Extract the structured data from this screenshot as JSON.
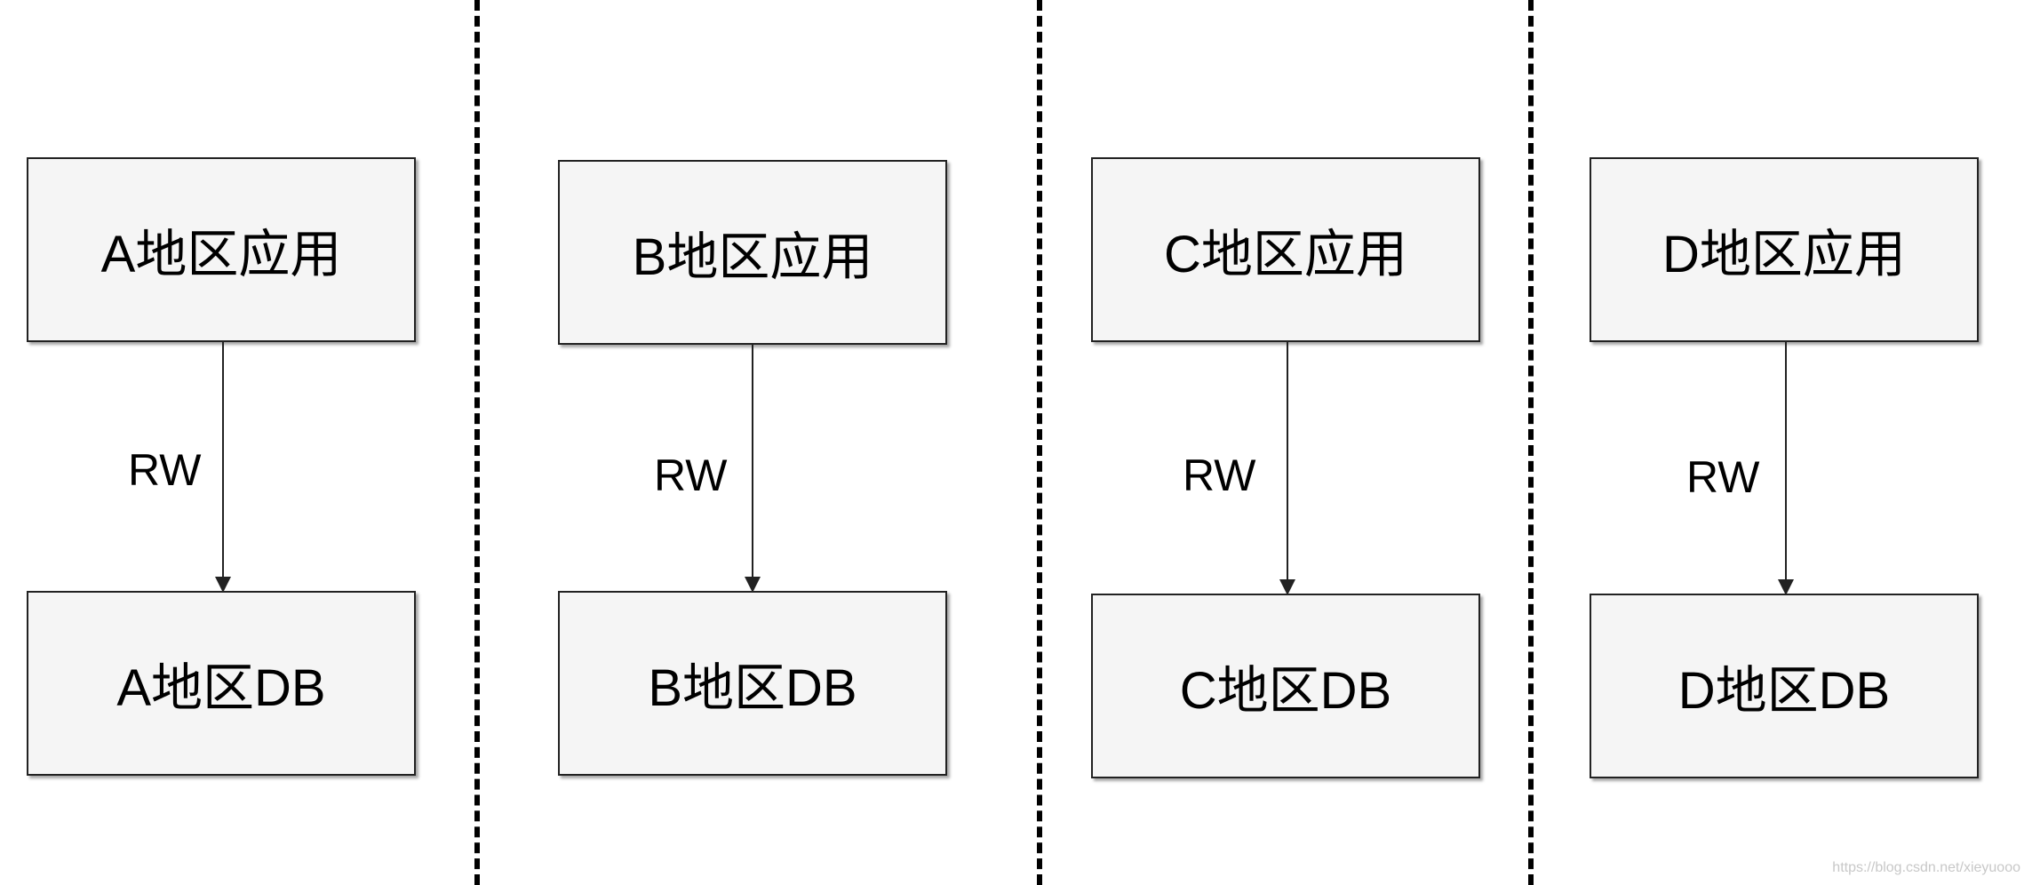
{
  "regions": [
    {
      "app_label": "A地区应用",
      "db_label": "A地区DB",
      "edge_label": "RW"
    },
    {
      "app_label": "B地区应用",
      "db_label": "B地区DB",
      "edge_label": "RW"
    },
    {
      "app_label": "C地区应用",
      "db_label": "C地区DB",
      "edge_label": "RW"
    },
    {
      "app_label": "D地区应用",
      "db_label": "D地区DB",
      "edge_label": "RW"
    }
  ],
  "watermark": "https://blog.csdn.net/xieyuooo"
}
